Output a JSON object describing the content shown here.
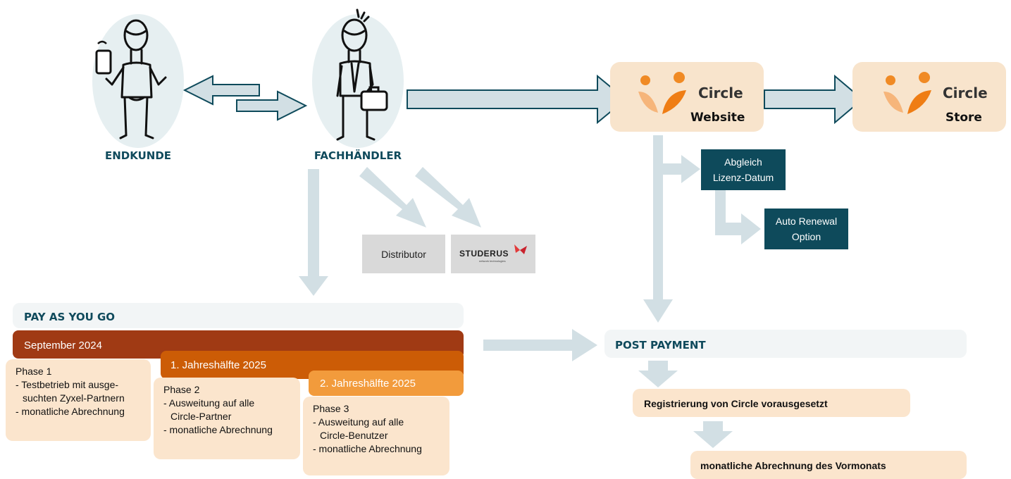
{
  "persons": {
    "endkunde": {
      "label": "ENDKUNDE"
    },
    "fachhaendler": {
      "label": "FACHHÄNDLER"
    }
  },
  "circle_website": {
    "brand": "Circle",
    "sub": "Website"
  },
  "circle_store": {
    "brand": "Circle",
    "sub": "Store"
  },
  "partners": {
    "distributor": "Distributor",
    "studerus": {
      "name": "STUDERUS",
      "tagline": "network technologies"
    }
  },
  "website_flow": {
    "abgleich": [
      "Abgleich",
      "Lizenz-Datum"
    ],
    "renewal": [
      "Auto Renewal",
      "Option"
    ]
  },
  "pay_as_you_go": {
    "title": "PAY AS YOU GO",
    "timeline": [
      "September 2024",
      "1. Jahreshälfte 2025",
      "2. Jahreshälfte 2025"
    ],
    "phases": [
      {
        "lines": [
          "Phase 1",
          "- Testbetrieb mit ausge-",
          "  suchten Zyxel-Partnern",
          "- monatliche Abrechnung"
        ]
      },
      {
        "lines": [
          "Phase 2",
          "- Ausweitung auf alle",
          "  Circle-Partner",
          "- monatliche Abrechnung"
        ]
      },
      {
        "lines": [
          "Phase 3",
          "- Ausweitung auf alle",
          "  Circle-Benutzer",
          "- monatliche Abrechnung"
        ]
      }
    ]
  },
  "post_payment": {
    "title": "POST PAYMENT",
    "step1": "Registrierung von Circle vorausgesetzt",
    "step2": "monatliche Abrechnung des Vormonats"
  },
  "colors": {
    "arrow_fill": "#d2dfe4",
    "arrow_stroke": "#0e4a5b",
    "dark_box": "#0e4a5b",
    "bar_sep_2024": "#a03a14",
    "bar_h1_2025": "#cc5c06",
    "bar_h2_2025": "#f29b3c",
    "phase_bg": "#fbe5cd",
    "circle_bg": "#f8e4cc"
  }
}
